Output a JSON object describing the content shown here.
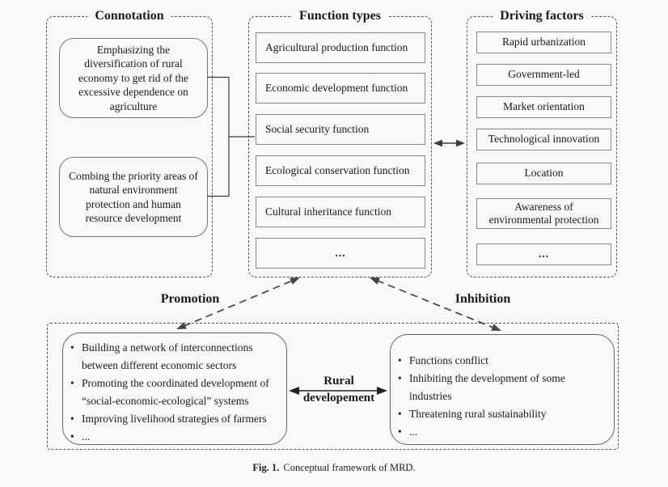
{
  "figure": {
    "caption": {
      "label": "Fig. 1.",
      "text": "Conceptual framework of MRD."
    }
  },
  "connotation": {
    "title": "Connotation",
    "items": [
      "Emphasizing the\ndiversification of rural\neconomy to get rid of the\nexcessive dependence on\nagriculture",
      "Combing the priority areas of\nnatural environment\nprotection and human\nresource development"
    ]
  },
  "function_types": {
    "title": "Function types",
    "items": [
      "Agricultural production function",
      "Economic development function",
      "Social security function",
      "Ecological conservation function",
      "Cultural inheritance function",
      "..."
    ]
  },
  "driving_factors": {
    "title": "Driving factors",
    "items": [
      "Rapid urbanization",
      "Government-led",
      "Market orientation",
      "Technological innovation",
      "Location",
      "Awareness of\nenvironmental protection",
      "..."
    ]
  },
  "links": {
    "promotion": "Promotion",
    "inhibition": "Inhibition",
    "center_top": "Rural",
    "center_bottom": "developement",
    "bullet": "•"
  },
  "promotion_effects": {
    "items": [
      "Building a network of interconnections\nbetween different economic sectors",
      "Promoting the coordinated development of\n“social-economic-ecological” systems",
      "Improving livelihood strategies of farmers",
      "..."
    ]
  },
  "inhibition_effects": {
    "items": [
      "Functions conflict",
      "Inhibiting the development of some\nindustries",
      "Threatening rural sustainability",
      "..."
    ]
  },
  "colors": {
    "background": "#f8f8f8",
    "dashed_border": "#555555",
    "solid_border": "#888888",
    "line": "#3b3b3b",
    "text": "#1b1b1b"
  }
}
